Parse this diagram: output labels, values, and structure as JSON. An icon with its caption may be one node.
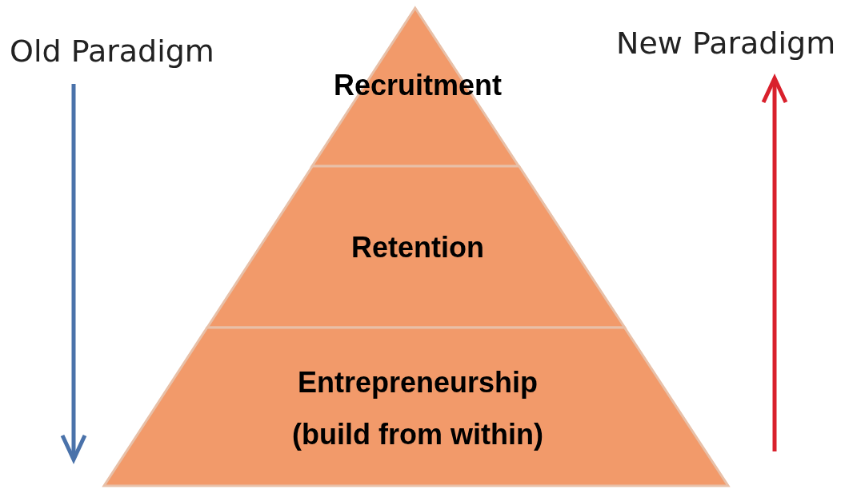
{
  "diagram": {
    "nodes": [
      {
        "text": [
          "Recruitment"
        ]
      },
      {
        "text": [
          "Retention"
        ]
      },
      {
        "text": [
          "Entrepreneurship (build from within)"
        ]
      }
    ],
    "labels": [
      "Old Paradigm",
      "New Paradigm"
    ]
  }
}
